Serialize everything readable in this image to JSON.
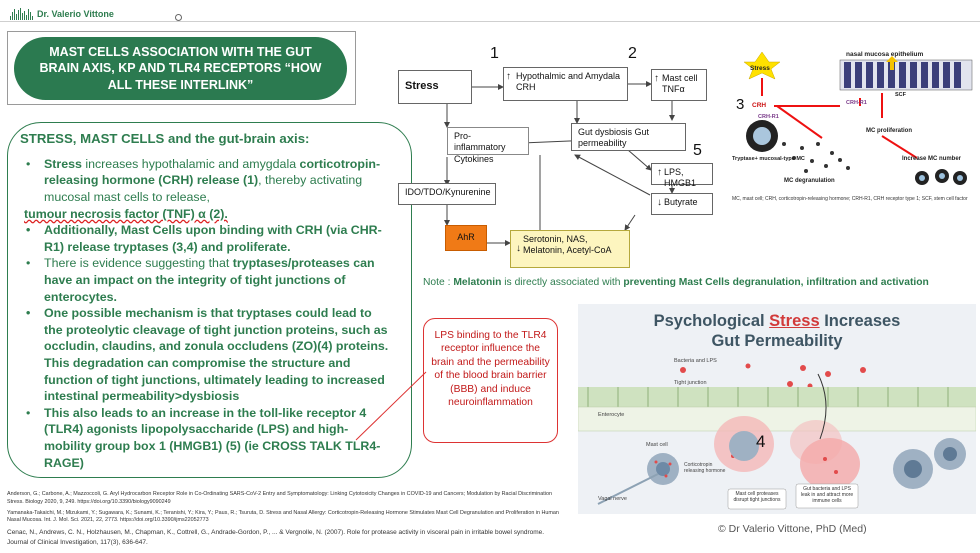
{
  "header": {
    "logo_text": "Dr. Valerio Vittone"
  },
  "title": "MAST CELLS ASSOCIATION WITH  THE GUT BRAIN AXIS, KP  AND TLR4 RECEPTORS “HOW ALL THESE INTERLINK”",
  "main": {
    "heading": "STRESS, MAST CELLS and the gut-brain axis:",
    "b1_bold": "Stress",
    "b1_text1": " increases hypothalamic and amygdala ",
    "b1_bold2": "corticotropin-releasing hormone (CRH) release (1)",
    "b1_text2": ", thereby activating mucosal mast cells to release,",
    "b1_line2": "tumour necrosis factor (TNF) α (2).",
    "b2": "Additionally, Mast Cells upon binding with CRH (via CHR-R1)  release tryptases (3,4) and proliferate.",
    "b3_text": " There is evidence suggesting that ",
    "b3_bold": "tryptases/proteases can have an impact on the integrity of tight junctions of enterocytes.",
    "b4": "One possible mechanism is that tryptases could lead to the proteolytic cleavage of tight junction proteins, such as occludin, claudins, and zonula occludens (ZO)(4) proteins. This degradation can compromise the structure and function of tight junctions, ultimately leading to increased intestinal permeability>dysbiosis",
    "b5_bold": "This also",
    "b5_text": "  leads to an increase in the toll-like receptor 4 (TLR4) agonists lipopolysaccharide (LPS) and high-mobility group box 1 (HMGB1) (5) (ie CROSS TALK TLR4-RAGE)"
  },
  "refs": [
    "Anderson, G.; Carbone, A.; Mazzoccoli, G. Aryl Hydrocarbon Receptor Role in Co-Ordinating SARS-CoV-2 Entry and Symptomatology: Linking Cytotoxicity Changes in COVID-19 and Cancers; Modulation by Racial Discrimination Stress. Biology 2020, 9, 249. https://doi.org/10.3390/biology9090249",
    "Yamanaka-Takaichi, M.; Mizukami, Y.; Sugawara, K.; Sunami, K.; Teranishi, Y.; Kira, Y.; Paus, R.; Tsuruta, D. Stress and Nasal Allergy: Corticotropin-Releasing Hormone Stimulates Mast Cell Degranulation and Proliferation in Human Nasal Mucosa. Int. J. Mol. Sci. 2021, 22, 2773. https://doi.org/10.3390/ijms22052773",
    "Cenac, N., Andrews, C. N., Holzhausen, M., Chapman, K., Cottrell, G., Andrade-Gordon, P., ... & Vergnolle, N. (2007). Role for protease activity in visceral pain in irritable bowel syndrome. Journal of Clinical Investigation, 117(3), 636-647."
  ],
  "flow": {
    "n1": "1",
    "n2": "2",
    "n5": "5",
    "stress": "Stress",
    "hypo": "Hypothalmic and Amydala CRH",
    "mast": "Mast cell TNFα",
    "proinf": "Pro-inflammatory Cytokines",
    "gut": "Gut dysbiosis Gut permeability",
    "ido": "IDO/TDO/Kynurenine",
    "lps": "LPS, HMGB1",
    "butyrate": "Butyrate",
    "ahr": "AhR",
    "sero": "Serotonin, NAS, Melatonin, Acetyl-CoA"
  },
  "rightdiag": {
    "stress": "Stress",
    "n3": "3",
    "crh": "CRH",
    "crhr1": "CRH-R1",
    "nasal": "nasal mucosa epithelium",
    "crhr1b": "CRH-R1",
    "scf": "SCF",
    "tryptase": "Tryptase+ mucosal-type MC",
    "mcprolif": "MC proliferation",
    "mcdegran": "MC degranulation",
    "increase": "Increase MC number",
    "caption": "MC, mast cell; CRH, corticotropin-releasing hormone; CRH-R1, CRH receptor type 1; SCF, stem cell factor"
  },
  "note": {
    "prefix": "Note : ",
    "melatonin": "Melatonin",
    "mid": " is directly associated with ",
    "bold": "preventing Mast Cells degranulation, infiltration and activation"
  },
  "redbox": "LPS binding to the TLR4 receptor influence the brain and the permeability of the blood brain barrier (BBB) and induce neuroinflammation",
  "psych": {
    "title_a": "Psychological ",
    "title_stress": "Stress",
    "title_b": " Increases",
    "title_c": "Gut Permeability",
    "bacteria": "Bacteria and LPS",
    "tight": "Tight junction",
    "enterocyte": "Enterocyte",
    "mast": "Mast cell",
    "corti": "Corticotropin releasing hormone",
    "vagal": "Vagal nerve",
    "box1": "Mast cell proteases disrupt tight junctions",
    "box2": "Gut bacteria and LPS leak in and attract more immune cells",
    "n4": "4"
  },
  "copyright": "© Dr Valerio Vittone, PhD (Med)"
}
